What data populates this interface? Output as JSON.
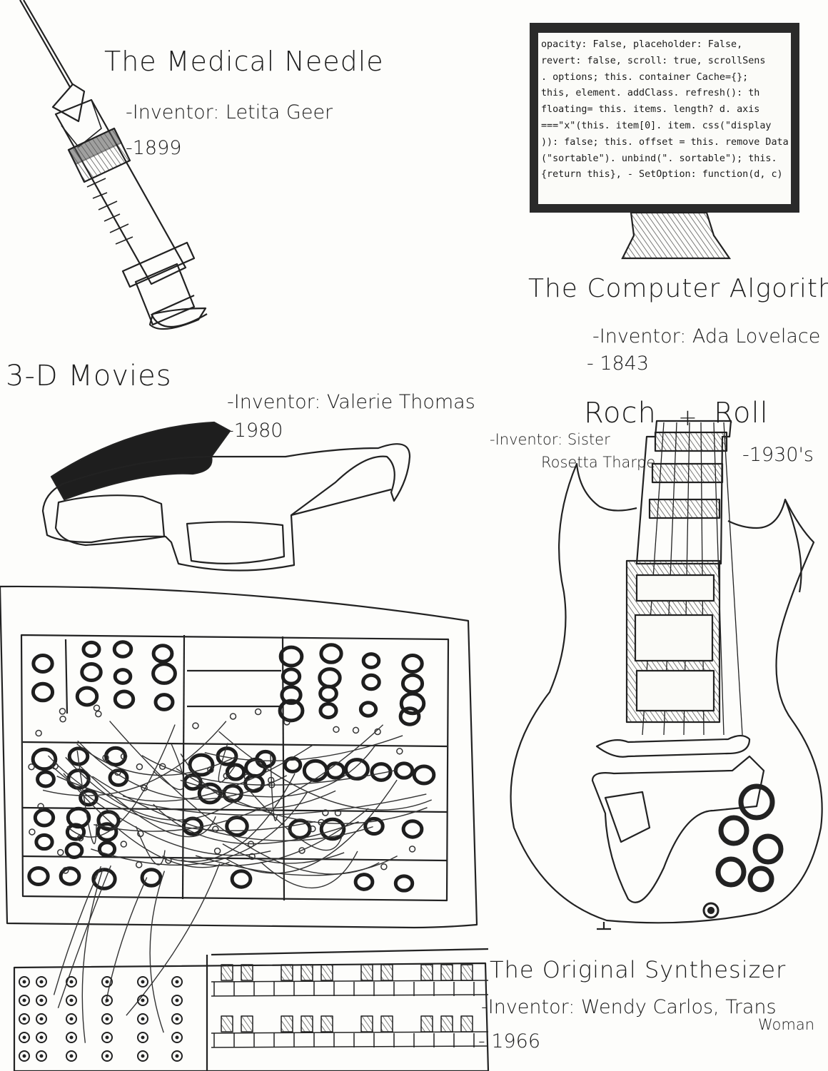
{
  "needle": {
    "title": "The Medical Needle",
    "inventor": "-Inventor: Letita Geer",
    "year": "-1899"
  },
  "algorithm": {
    "code_lines": [
      "opacity: False, placeholder: False,",
      "revert: false, scroll: true, scrollSens",
      ". options; this. container Cache={};",
      "this, element. addClass. refresh(): th",
      "floating= this. items. length? d. axis",
      "===\"x\"(this. item[0]. item. css(\"display",
      ")): false; this. offset = this. remove Data",
      "(\"sortable\"). unbind(\". sortable\"); this.",
      "{return this}, - SetOption: function(d, c) {"
    ],
    "title": "The Computer Algorithm",
    "inventor": "-Inventor: Ada Lovelace",
    "year": "- 1843"
  },
  "movies": {
    "title": "3-D Movies",
    "inventor": "-Inventor: Valerie Thomas",
    "year": "-1980"
  },
  "rock": {
    "title_left": "Roch",
    "title_plus": "+",
    "title_right": "Roll",
    "inventor_line1": "-Inventor: Sister",
    "inventor_line2": "Rosetta Tharpe",
    "year": "-1930's"
  },
  "synth": {
    "title": "The Original Synthesizer",
    "inventor": "-Inventor: Wendy Carlos, Trans",
    "inventor_cont": "Woman",
    "year": "- 1966"
  },
  "colors": {
    "ink": "#1e1e1e",
    "paper": "#fdfdfb",
    "monitor": "#2a2a2a"
  },
  "icons": [
    "syringe-icon",
    "monitor-icon",
    "3d-glasses-icon",
    "electric-guitar-icon",
    "synthesizer-icon"
  ]
}
